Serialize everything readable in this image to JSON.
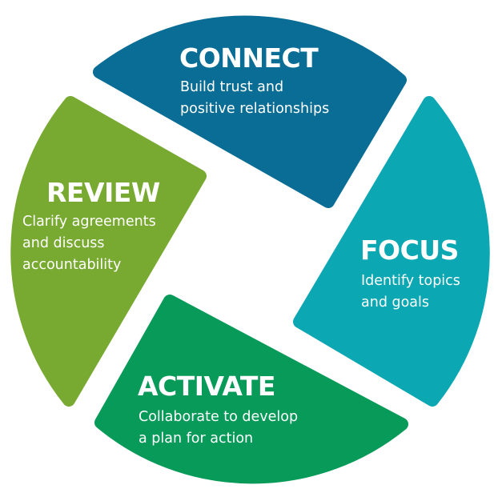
{
  "colors": {
    "connect": "#0a6d95",
    "focus": "#0ba7b3",
    "activate": "#079a58",
    "review": "#78aa32"
  },
  "segments": {
    "connect": {
      "title": "CONNECT",
      "lines": [
        "Build trust and",
        "positive relationships"
      ]
    },
    "focus": {
      "title": "FOCUS",
      "lines": [
        "Identify topics",
        "and goals"
      ]
    },
    "activate": {
      "title": "ACTIVATE",
      "lines": [
        "Collaborate to develop",
        "a plan for action"
      ]
    },
    "review": {
      "title": "REVIEW",
      "lines": [
        "Clarify agreements",
        "and discuss",
        "accountability"
      ]
    }
  }
}
